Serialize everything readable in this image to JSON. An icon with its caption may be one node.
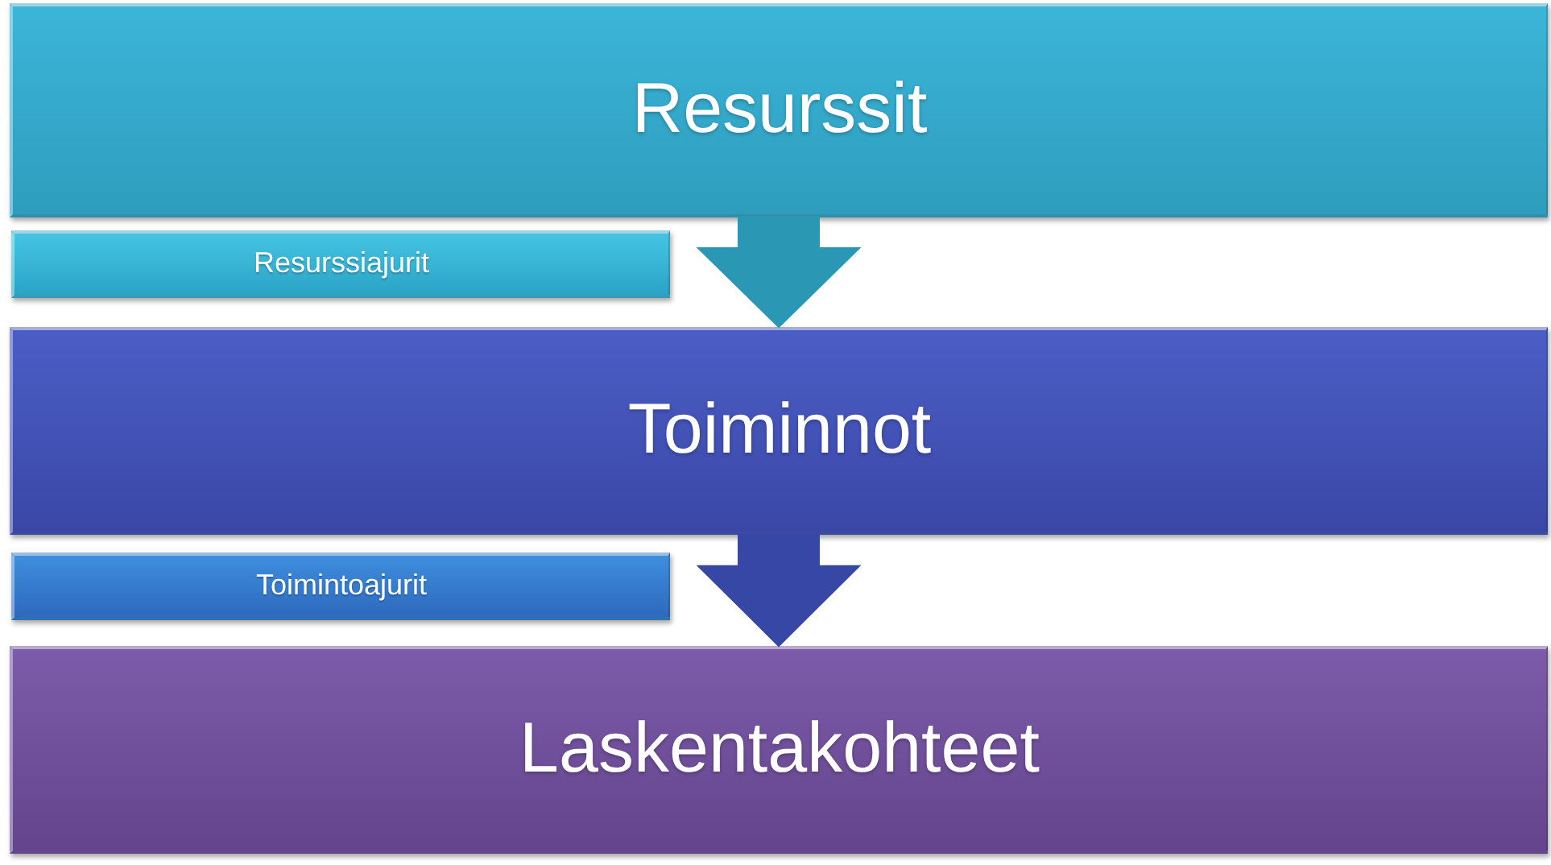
{
  "diagram": {
    "nodes": [
      {
        "text": [
          "Resurssit"
        ]
      },
      {
        "text": [
          "Resurssiajurit"
        ]
      },
      {
        "text": [
          "Toiminnot"
        ]
      },
      {
        "text": [
          "Toimintoajurit"
        ]
      },
      {
        "text": [
          "Laskentakohteet"
        ]
      }
    ],
    "edges": [
      {
        "from": 0,
        "to": 2,
        "arrow": "to",
        "color": "#2a98b5"
      },
      {
        "from": 2,
        "to": 4,
        "arrow": "to",
        "color": "#3747a5"
      }
    ]
  }
}
